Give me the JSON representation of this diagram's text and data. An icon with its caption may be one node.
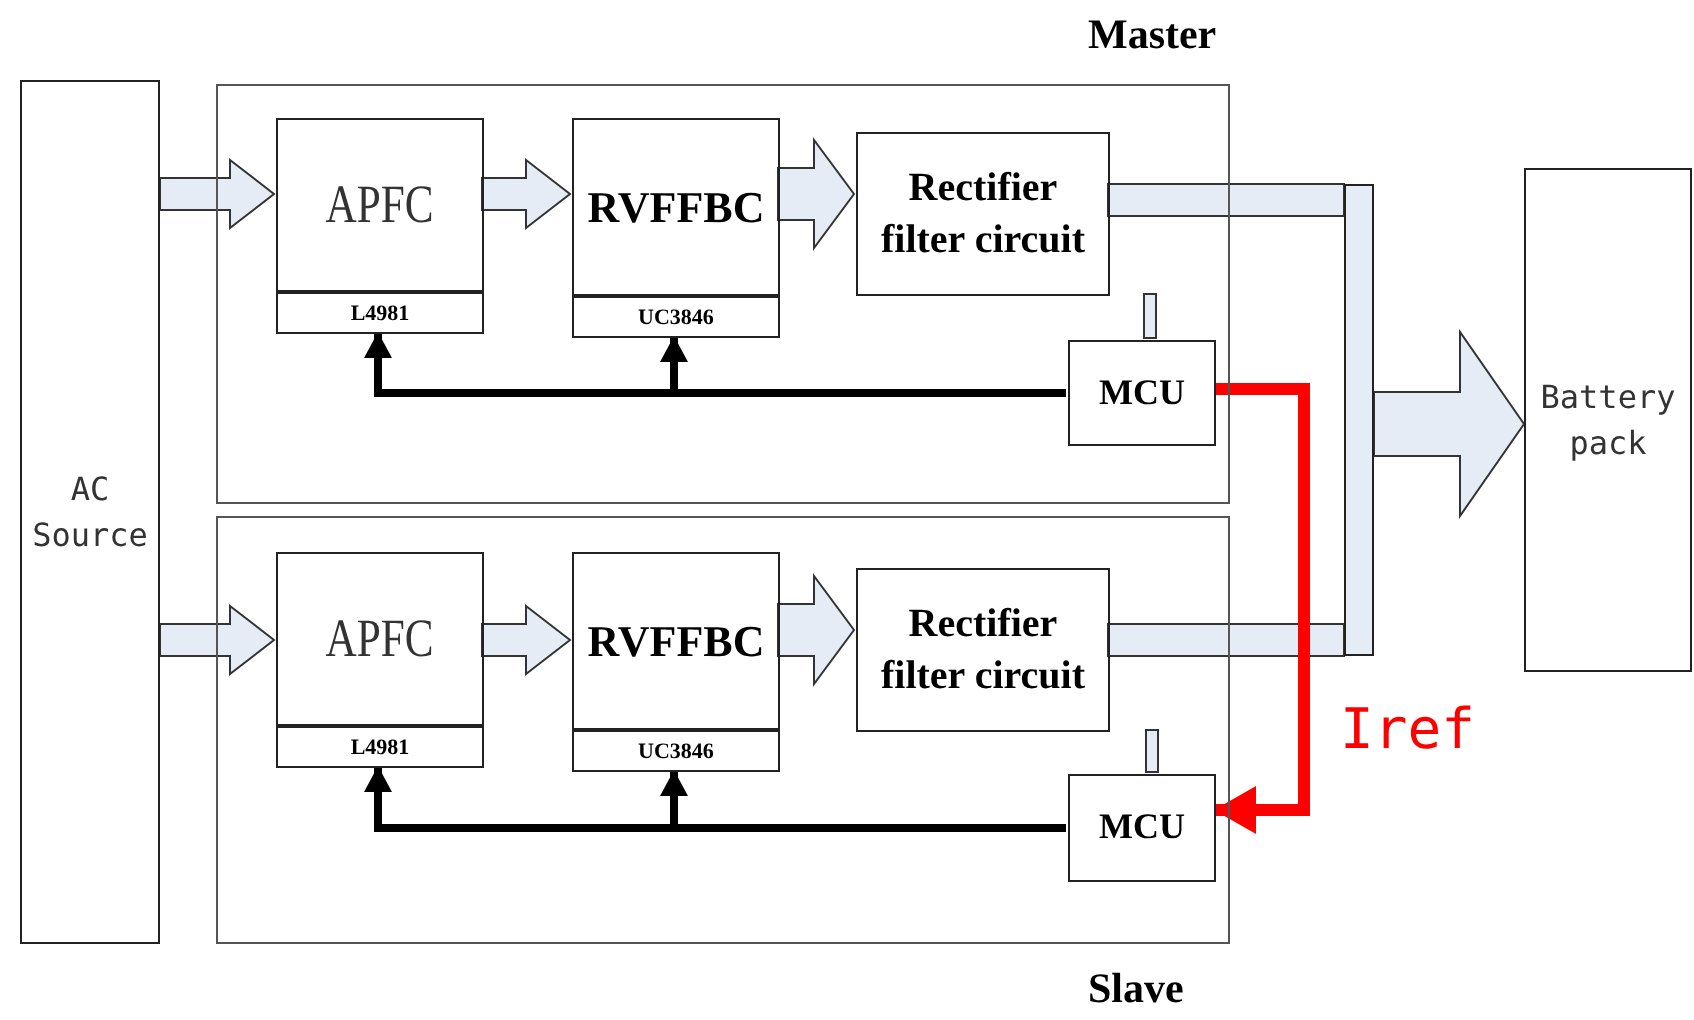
{
  "diagram": {
    "nodes": [
      {
        "text": [
          "AC Source"
        ]
      },
      {
        "text": [
          "Master"
        ]
      },
      {
        "text": [
          "APFC",
          "L4981"
        ],
        "in": 1
      },
      {
        "text": [
          "RVFFBC",
          "UC3846"
        ],
        "in": 1
      },
      {
        "text": [
          "Rectifier filter circuit"
        ],
        "in": 1
      },
      {
        "text": [
          "MCU"
        ],
        "in": 1
      },
      {
        "text": [
          "Slave"
        ]
      },
      {
        "text": [
          "APFC",
          "L4981"
        ],
        "in": 6
      },
      {
        "text": [
          "RVFFBC",
          "UC3846"
        ],
        "in": 6
      },
      {
        "text": [
          "Rectifier filter circuit"
        ],
        "in": 6
      },
      {
        "text": [
          "MCU"
        ],
        "in": 6
      },
      {
        "text": [],
        "shape": "bar"
      },
      {
        "text": [
          "Battery pack"
        ]
      }
    ],
    "edges": [
      {
        "from": 0,
        "to": 2,
        "arrow": "to",
        "style": "thick"
      },
      {
        "from": 2,
        "to": 3,
        "arrow": "to",
        "style": "thick"
      },
      {
        "from": 3,
        "to": 4,
        "arrow": "to",
        "style": "thick"
      },
      {
        "from": 4,
        "to": 11,
        "arrow": "none",
        "style": "thick"
      },
      {
        "from": 4,
        "to": 5,
        "arrow": "none",
        "style": "thick"
      },
      {
        "from": 5,
        "to": 2,
        "arrow": "to"
      },
      {
        "from": 5,
        "to": 3,
        "arrow": "to"
      },
      {
        "from": 0,
        "to": 7,
        "arrow": "to",
        "style": "thick"
      },
      {
        "from": 7,
        "to": 8,
        "arrow": "to",
        "style": "thick"
      },
      {
        "from": 8,
        "to": 9,
        "arrow": "to",
        "style": "thick"
      },
      {
        "from": 9,
        "to": 11,
        "arrow": "none",
        "style": "thick"
      },
      {
        "from": 9,
        "to": 10,
        "arrow": "none",
        "style": "thick"
      },
      {
        "from": 10,
        "to": 7,
        "arrow": "to"
      },
      {
        "from": 10,
        "to": 8,
        "arrow": "to"
      },
      {
        "from": 11,
        "to": 12,
        "arrow": "to",
        "style": "thick"
      },
      {
        "from": 5,
        "to": 10,
        "arrow": "to",
        "color": "#ff0000",
        "label": "Iref"
      }
    ]
  }
}
